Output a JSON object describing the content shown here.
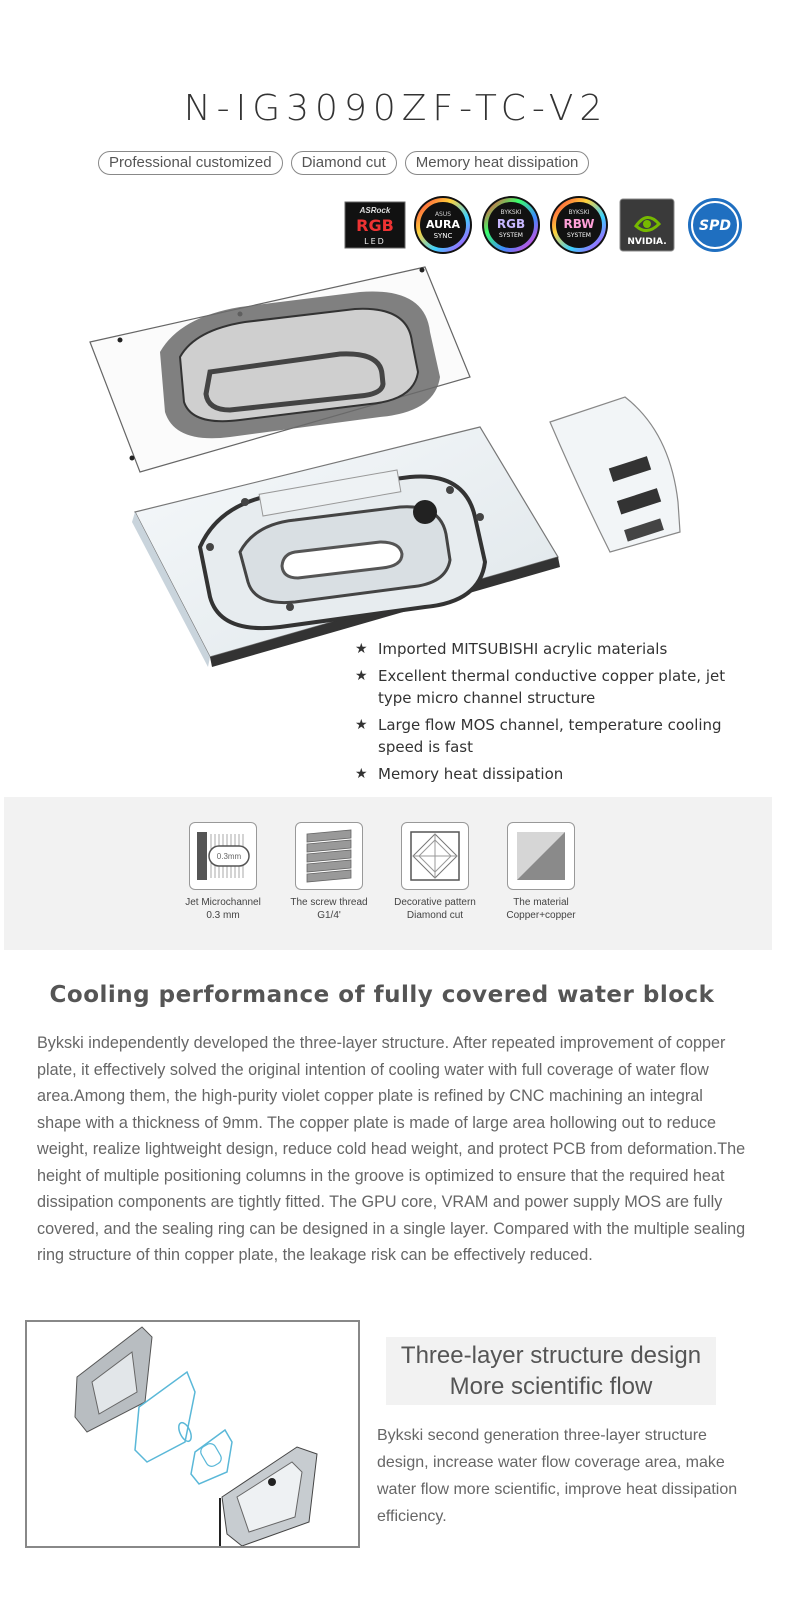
{
  "header": {
    "model": "N-IG3090ZF-TC-V2",
    "tags": [
      "Professional customized",
      "Diamond cut",
      "Memory heat dissipation"
    ]
  },
  "logos": [
    {
      "name": "asrock-rgb-led",
      "lines": [
        "ASRock",
        "RGB",
        "LED"
      ]
    },
    {
      "name": "asus-aura-sync",
      "lines": [
        "ASUS",
        "AURA",
        "SYNC"
      ]
    },
    {
      "name": "bykski-rgb-system",
      "lines": [
        "BYKSKI",
        "RGB",
        "SYSTEM"
      ]
    },
    {
      "name": "bykski-rbw-system",
      "lines": [
        "BYKSKI",
        "RBW",
        "SYSTEM"
      ]
    },
    {
      "name": "nvidia",
      "lines": [
        "NVIDIA."
      ]
    },
    {
      "name": "spd",
      "lines": [
        "SPD"
      ]
    }
  ],
  "features": [
    "Imported MITSUBISHI acrylic materials",
    "Excellent thermal conductive copper plate, jet type micro channel structure",
    "Large flow MOS channel, temperature cooling speed is fast",
    "Memory heat dissipation"
  ],
  "specs": [
    {
      "line1": "Jet Microchannel",
      "line2": "0.3 mm",
      "icon_text": "0.3mm"
    },
    {
      "line1": "The screw thread",
      "line2": "G1/4'"
    },
    {
      "line1": "Decorative pattern",
      "line2": "Diamond cut"
    },
    {
      "line1": "The material",
      "line2": "Copper+copper"
    }
  ],
  "cooling": {
    "title": "Cooling performance of fully covered water block",
    "body": "Bykski independently developed the three-layer structure. After repeated improvement of copper plate, it effectively solved the original intention of cooling water with full coverage of water flow area.Among them, the high-purity violet copper plate is refined by CNC machining an integral shape with a thickness of 9mm. The copper plate is made of large area hollowing out to reduce weight, realize lightweight design, reduce cold head weight, and protect PCB from deformation.The height of multiple positioning columns in the groove is optimized to ensure that the required heat dissipation components are tightly fitted. The GPU core, VRAM and power supply MOS are fully covered, and the sealing ring can be designed in a single layer. Compared with the multiple sealing ring structure of thin copper plate, the leakage risk can be effectively reduced."
  },
  "design": {
    "title_line1": "Three-layer structure design",
    "title_line2": "More scientific flow",
    "body": "Bykski second generation three-layer structure design, increase water flow coverage area, make water flow more scientific, improve heat dissipation efficiency."
  },
  "colors": {
    "ring_blue": "#5ab8d8",
    "spd_blue": "#1f6fc0",
    "nvidia_green": "#76b900"
  }
}
